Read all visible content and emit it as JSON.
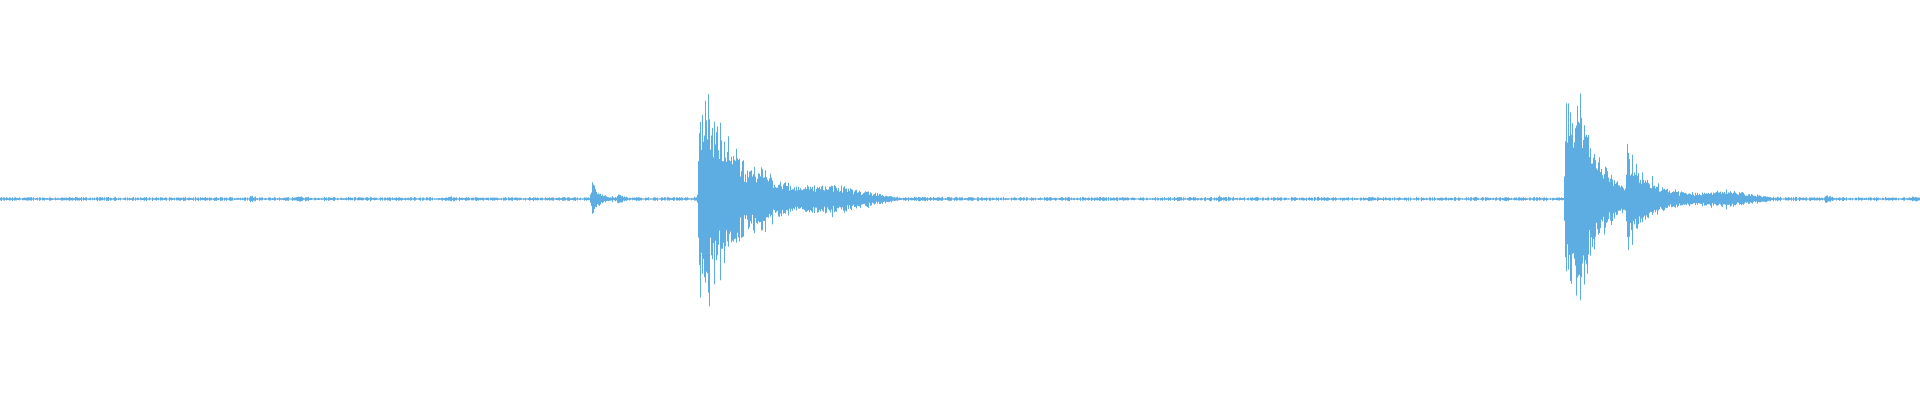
{
  "waveform": {
    "color": "#5DADE2",
    "background": "#ffffff",
    "amplitude_scale": 1.0,
    "baseline_noise": 0.012,
    "events": [
      {
        "t": 0.1305,
        "amp": 0.025,
        "decay": 0.002
      },
      {
        "t": 0.1555,
        "amp": 0.018,
        "decay": 0.002
      },
      {
        "t": 0.2335,
        "amp": 0.01,
        "decay": 0.002
      },
      {
        "t": 0.3082,
        "amp": 0.12,
        "decay": 0.004
      },
      {
        "t": 0.322,
        "amp": 0.03,
        "decay": 0.002
      },
      {
        "t": 0.3642,
        "amp": 1.0,
        "decay": 0.02
      },
      {
        "t": 0.396,
        "amp": 0.08,
        "decay": 0.008
      },
      {
        "t": 0.435,
        "amp": 0.09,
        "decay": 0.02,
        "burst": true
      },
      {
        "t": 0.635,
        "amp": 0.015,
        "decay": 0.002
      },
      {
        "t": 0.8153,
        "amp": 0.86,
        "decay": 0.015
      },
      {
        "t": 0.821,
        "amp": 0.48,
        "decay": 0.006
      },
      {
        "t": 0.8475,
        "amp": 0.34,
        "decay": 0.012
      },
      {
        "t": 0.899,
        "amp": 0.06,
        "decay": 0.016,
        "burst": true
      },
      {
        "t": 0.951,
        "amp": 0.03,
        "decay": 0.002
      },
      {
        "t": 0.996,
        "amp": 0.015,
        "decay": 0.002
      }
    ]
  }
}
